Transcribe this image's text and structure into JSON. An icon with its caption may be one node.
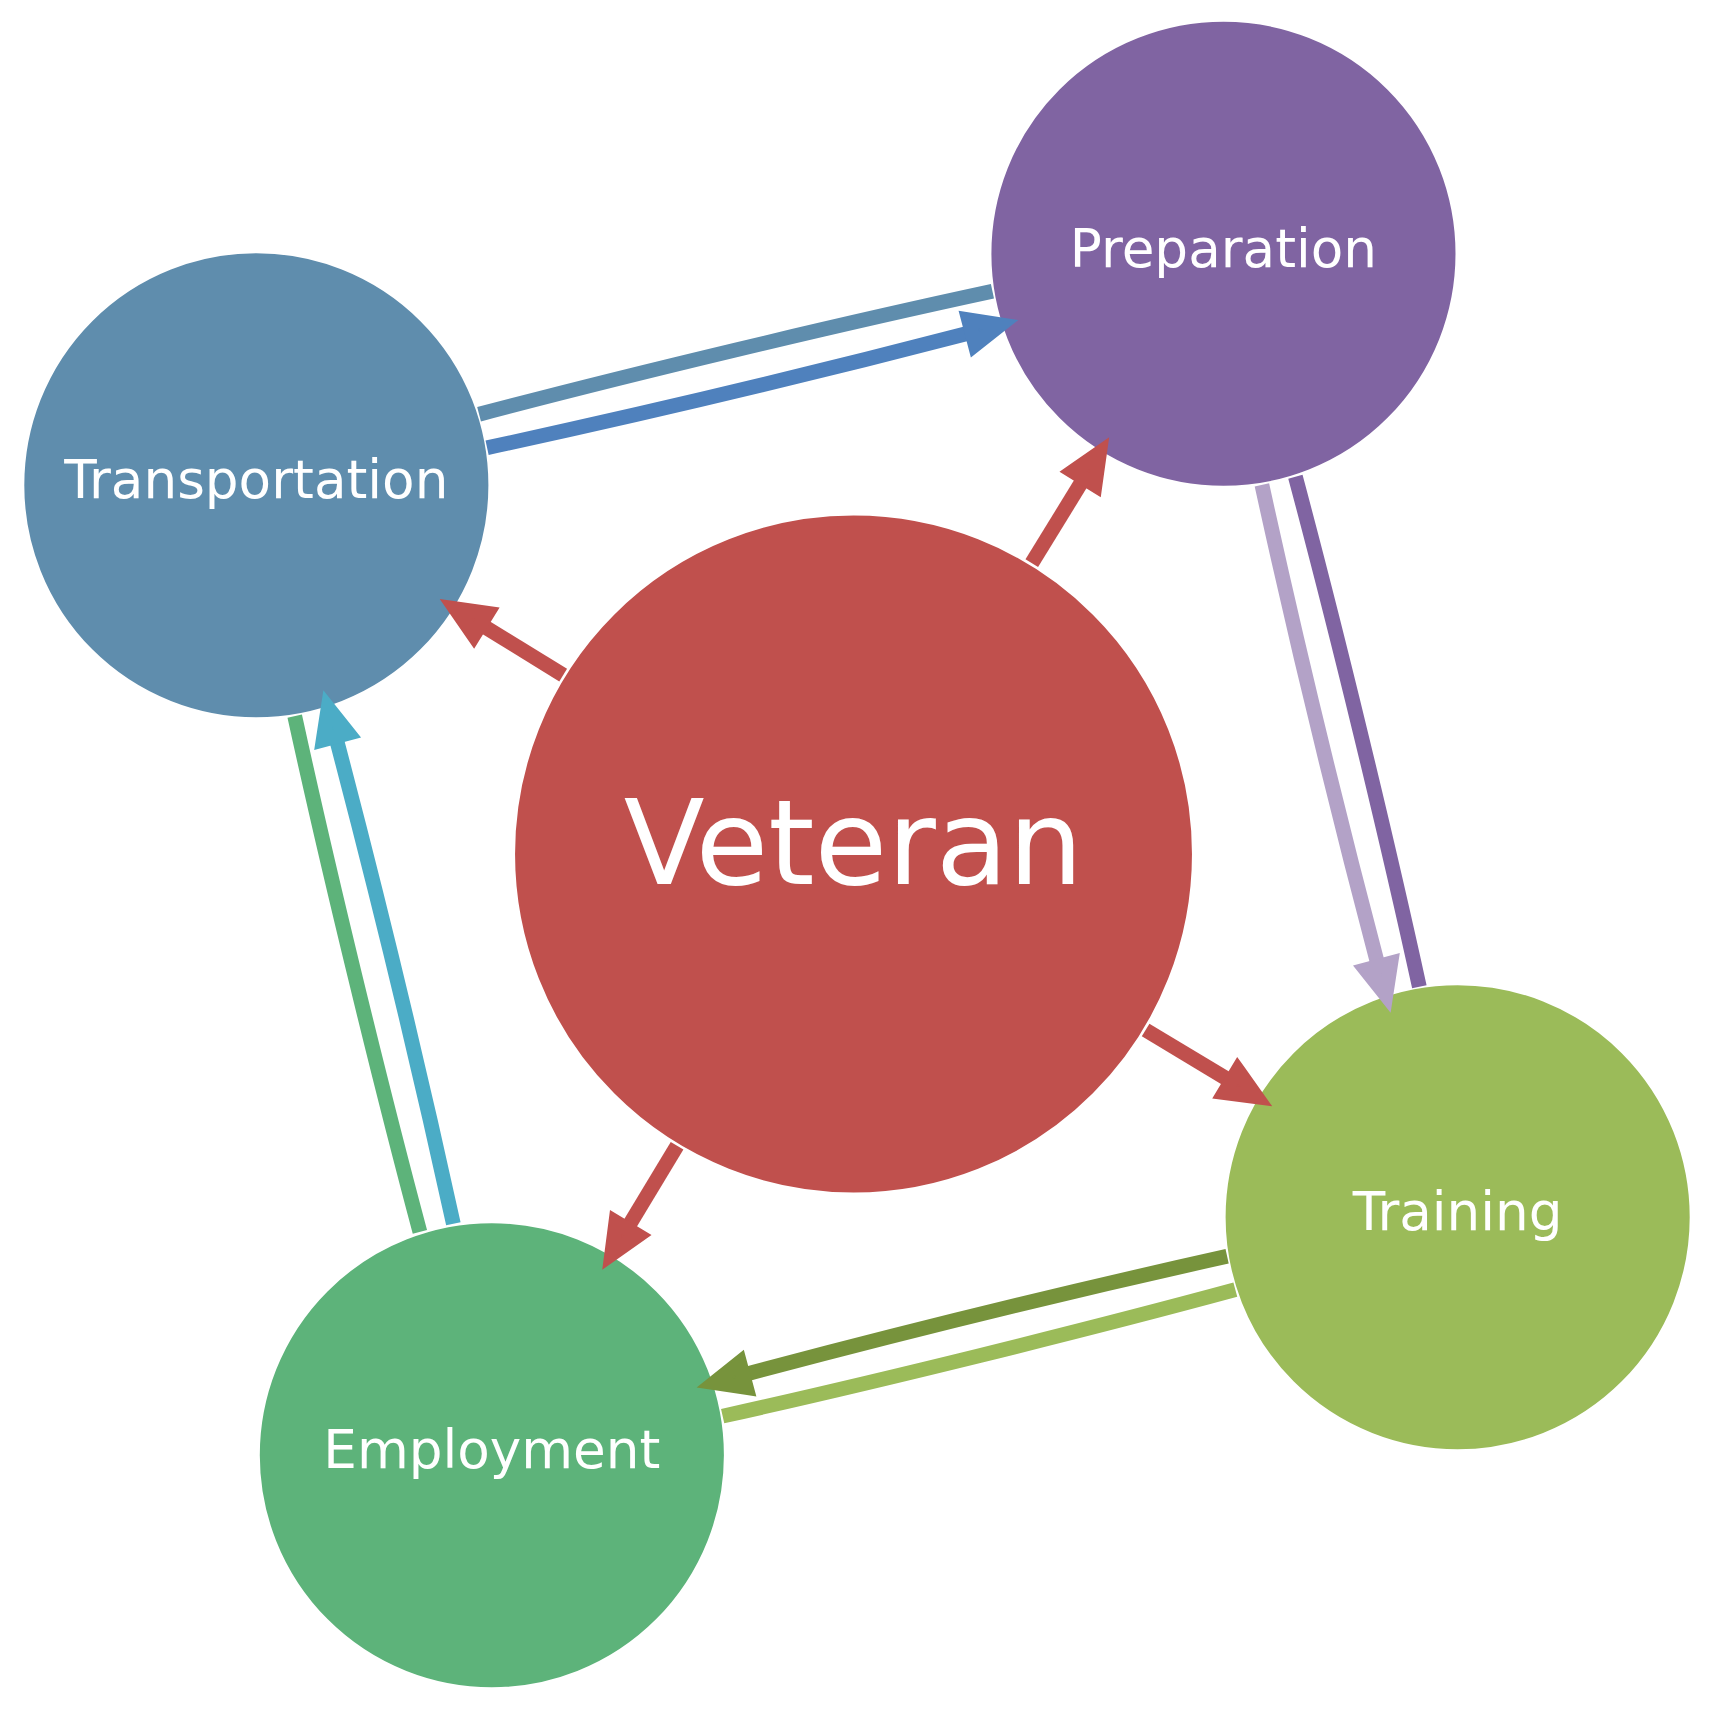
{
  "diagram": {
    "nodes": [
      {
        "text": [
          "Veteran"
        ]
      },
      {
        "text": [
          "Training"
        ]
      },
      {
        "text": [
          "Employment"
        ]
      },
      {
        "text": [
          "Transportation"
        ]
      },
      {
        "text": [
          "Preparation"
        ]
      }
    ],
    "edges": [
      {
        "from": 0,
        "to": 1,
        "arrow": "to",
        "color": "#c0504d"
      },
      {
        "from": 0,
        "to": 2,
        "arrow": "to",
        "color": "#c0504d"
      },
      {
        "from": 0,
        "to": 3,
        "arrow": "to",
        "color": "#c0504d"
      },
      {
        "from": 0,
        "to": 4,
        "arrow": "to",
        "color": "#c0504d"
      },
      {
        "from": 1,
        "to": 2,
        "arrow": "none",
        "color": "#9bbb59"
      },
      {
        "from": 2,
        "to": 3,
        "arrow": "none",
        "color": "#5db37a"
      },
      {
        "from": 3,
        "to": 4,
        "arrow": "none",
        "color": "#5f8dad"
      },
      {
        "from": 4,
        "to": 1,
        "arrow": "none",
        "color": "#8064a2"
      },
      {
        "from": 4,
        "to": 1,
        "arrow": "to",
        "color": "#b3a2c7"
      },
      {
        "from": 1,
        "to": 2,
        "arrow": "to",
        "color": "#77933c"
      },
      {
        "from": 2,
        "to": 3,
        "arrow": "to",
        "color": "#4bacc6"
      },
      {
        "from": 3,
        "to": 4,
        "arrow": "to",
        "color": "#4f81bd"
      }
    ]
  }
}
